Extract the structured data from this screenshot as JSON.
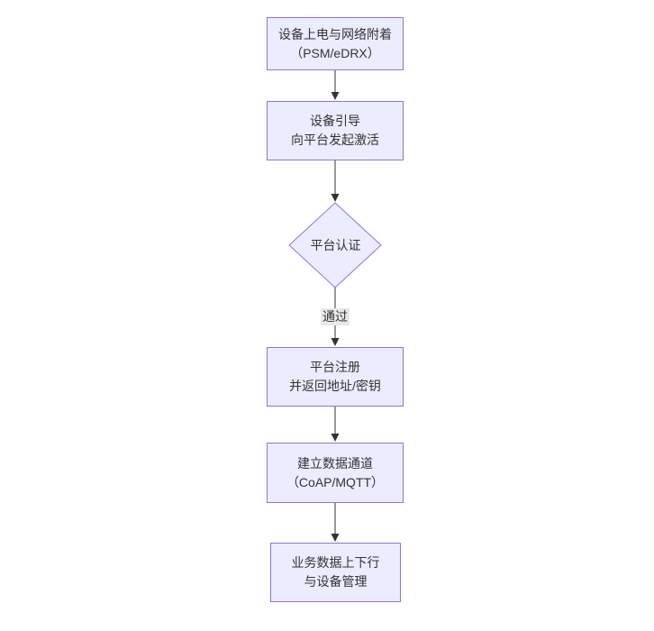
{
  "flowchart": {
    "colors": {
      "node_fill": "#ECECFF",
      "node_border": "#9370DB",
      "text": "#333333",
      "edge": "#333333",
      "edge_label_background": "#e8e8e8",
      "canvas_background": "#ffffff"
    },
    "nodes": [
      {
        "id": "power-on",
        "type": "rect",
        "lines": [
          "设备上电与网络附着",
          "（PSM/eDRX）"
        ]
      },
      {
        "id": "bootstrap",
        "type": "rect",
        "lines": [
          "设备引导",
          "向平台发起激活"
        ]
      },
      {
        "id": "auth",
        "type": "diamond",
        "lines": [
          "平台认证"
        ]
      },
      {
        "id": "register",
        "type": "rect",
        "lines": [
          "平台注册",
          "并返回地址/密钥"
        ]
      },
      {
        "id": "channel",
        "type": "rect",
        "lines": [
          "建立数据通道",
          "（CoAP/MQTT）"
        ]
      },
      {
        "id": "business",
        "type": "rect",
        "lines": [
          "业务数据上下行",
          "与设备管理"
        ]
      }
    ],
    "edges": [
      {
        "from": "power-on",
        "to": "bootstrap",
        "label": ""
      },
      {
        "from": "bootstrap",
        "to": "auth",
        "label": ""
      },
      {
        "from": "auth",
        "to": "register",
        "label": "通过"
      },
      {
        "from": "register",
        "to": "channel",
        "label": ""
      },
      {
        "from": "channel",
        "to": "business",
        "label": ""
      }
    ]
  }
}
